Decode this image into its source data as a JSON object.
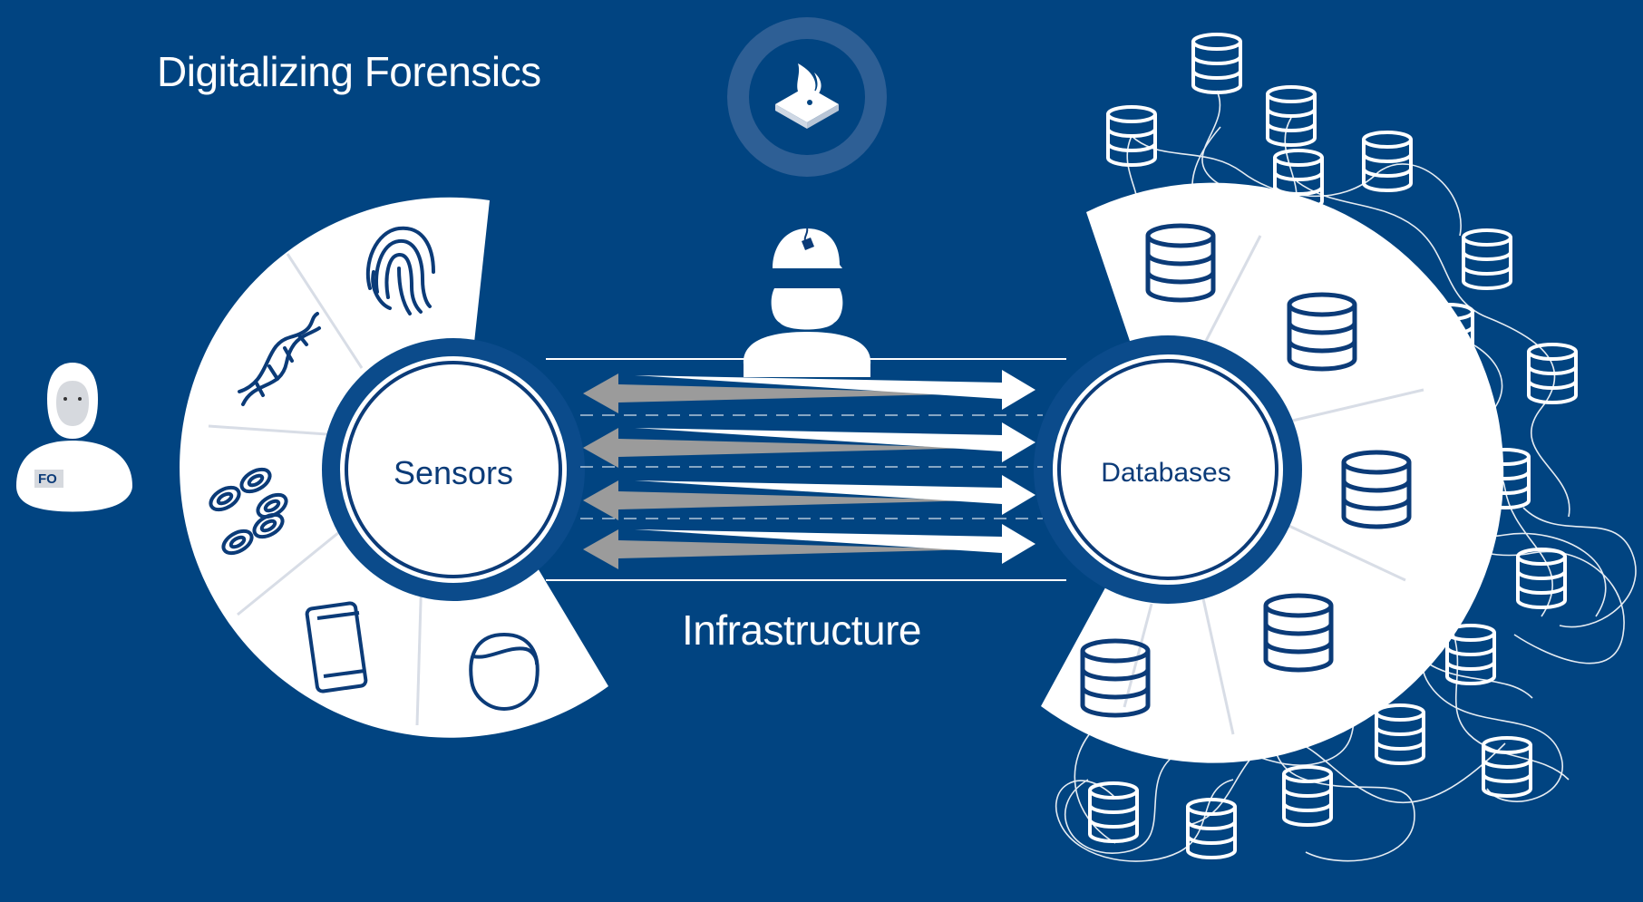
{
  "title": "Digitalizing Forensics",
  "infrastructure_label": "Infrastructure",
  "sensors": {
    "label": "Sensors",
    "segments": [
      "fingerprint-icon",
      "dna-icon",
      "blood-cells-icon",
      "tablet-icon",
      "face-icon"
    ]
  },
  "databases": {
    "label": "Databases",
    "segments": 6
  },
  "forensic_officer": {
    "badge": "FO"
  },
  "colors": {
    "background": "#014481",
    "ring_white": "#ffffff",
    "divider": "#d8dde6",
    "icon_stroke": "#0b3b78",
    "arrow_gray": "#9b9b9b",
    "line": "#ffffff"
  }
}
